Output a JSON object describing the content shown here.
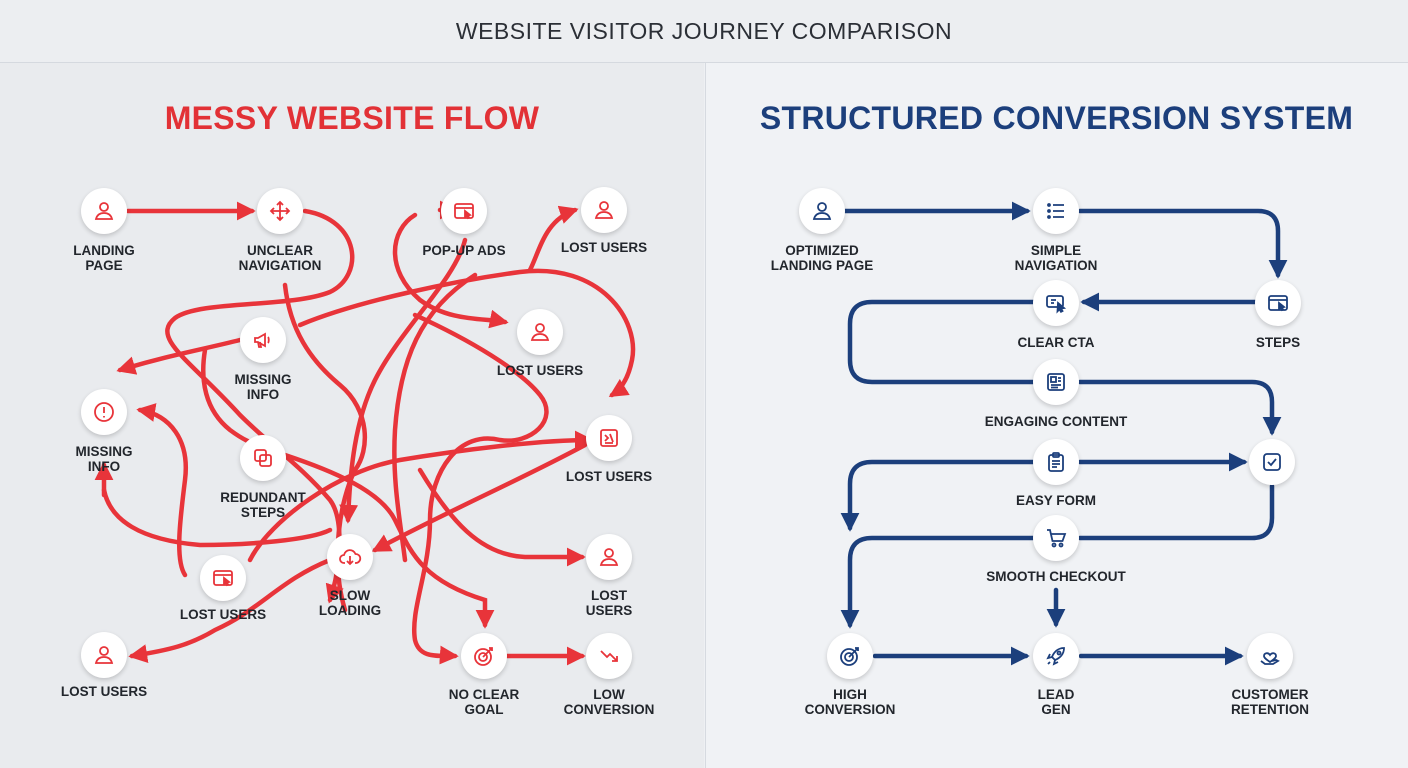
{
  "header": {
    "title": "WEBSITE VISITOR JOURNEY COMPARISON"
  },
  "messy": {
    "title": "MESSY WEBSITE FLOW",
    "color": "#e8343a",
    "nodes": {
      "landing": [
        "LANDING",
        "PAGE"
      ],
      "unclear": [
        "UNCLEAR",
        "NAVIGATION"
      ],
      "popup": [
        "POP-UP ADS",
        ""
      ],
      "lost_top": [
        "LOST USERS",
        ""
      ],
      "missing_info_center": [
        "MISSING",
        "INFO"
      ],
      "lost_mid": [
        "LOST USERS",
        ""
      ],
      "missing_info_left": [
        "MISSING",
        "INFO"
      ],
      "lost_right": [
        "LOST USERS",
        ""
      ],
      "redundant": [
        "REDUNDANT",
        "STEPS"
      ],
      "slow": [
        "SLOW",
        "LOADING"
      ],
      "lost_browser": [
        "LOST USERS",
        ""
      ],
      "lost_right_low": [
        "LOST",
        "USERS"
      ],
      "lost_bottom_left": [
        "LOST USERS",
        ""
      ],
      "no_goal": [
        "NO CLEAR",
        "GOAL"
      ],
      "low_conv": [
        "LOW",
        "CONVERSION"
      ]
    },
    "icons": {
      "landing": "user-icon",
      "unclear": "move-icon",
      "popup": "browser-icon",
      "lost_top": "user-icon",
      "missing_info_center": "megaphone-icon",
      "lost_mid": "user-icon",
      "missing_info_left": "alert-icon",
      "lost_right": "broken-page-icon",
      "redundant": "duplicate-icon",
      "slow": "cloud-download-icon",
      "lost_browser": "browser-icon",
      "lost_right_low": "user-icon",
      "lost_bottom_left": "user-icon",
      "no_goal": "target-icon",
      "low_conv": "trend-down-icon"
    }
  },
  "structured": {
    "title": "STRUCTURED CONVERSION SYSTEM",
    "color": "#1c3f7c",
    "nodes": {
      "optimized": [
        "OPTIMIZED",
        "LANDING PAGE"
      ],
      "simple_nav": [
        "SIMPLE",
        "NAVIGATION"
      ],
      "steps": [
        "STEPS",
        ""
      ],
      "clear_cta": [
        "CLEAR CTA",
        ""
      ],
      "engaging": [
        "ENGAGING CONTENT",
        ""
      ],
      "check": [
        "",
        ""
      ],
      "easy_form": [
        "EASY FORM",
        ""
      ],
      "checkout": [
        "SMOOTH CHECKOUT",
        ""
      ],
      "high_conv": [
        "HIGH",
        "CONVERSION"
      ],
      "lead_gen": [
        "LEAD",
        "GEN"
      ],
      "retention": [
        "CUSTOMER",
        "RETENTION"
      ]
    },
    "icons": {
      "optimized": "user-icon",
      "simple_nav": "list-icon",
      "steps": "browser-icon",
      "clear_cta": "click-icon",
      "engaging": "content-icon",
      "check": "checkbox-icon",
      "easy_form": "clipboard-icon",
      "checkout": "cart-icon",
      "high_conv": "target-icon",
      "lead_gen": "rocket-icon",
      "retention": "heart-hand-icon"
    }
  }
}
